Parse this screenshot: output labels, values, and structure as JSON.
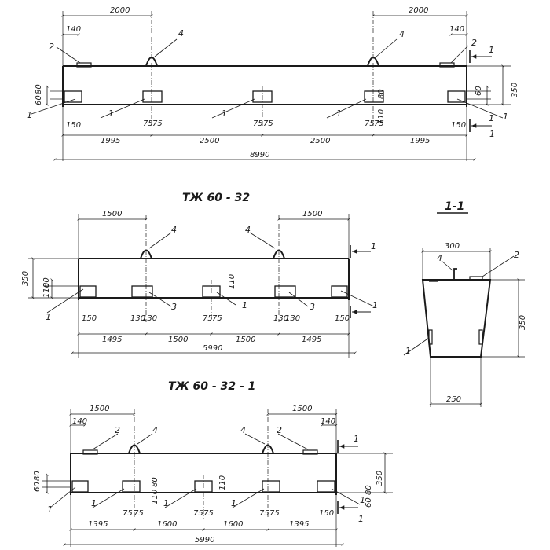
{
  "colors": {
    "ink": "#1a1a1a",
    "paper": "#ffffff"
  },
  "beam1": {
    "dims_top": [
      "2000",
      "2000",
      "140",
      "140"
    ],
    "dims_side": [
      "60",
      "80",
      "350",
      "110",
      "80",
      "60"
    ],
    "dims_bottom_small": [
      "150",
      "75",
      "75",
      "75",
      "75",
      "75",
      "75",
      "150"
    ],
    "dims_bottom": [
      "1995",
      "2500",
      "2500",
      "1995"
    ],
    "total": "8990",
    "callouts": [
      "2",
      "4",
      "4",
      "2",
      "1",
      "1",
      "1",
      "1",
      "1",
      "1",
      "1",
      "1"
    ]
  },
  "beam2": {
    "title": "ТЖ 60 - 32",
    "dims_top": [
      "1500",
      "1500"
    ],
    "dims_side": [
      "350",
      "110",
      "80",
      "110"
    ],
    "dims_bottom_small": [
      "150",
      "130",
      "130",
      "75",
      "75",
      "130",
      "130",
      "150"
    ],
    "dims_bottom": [
      "1495",
      "1500",
      "1500",
      "1495"
    ],
    "total": "5990",
    "callouts": [
      "4",
      "4",
      "1",
      "1",
      "3",
      "1",
      "3",
      "1"
    ]
  },
  "section": {
    "title": "1-1",
    "dims": [
      "300",
      "350",
      "250"
    ],
    "callouts": [
      "4",
      "2",
      "1"
    ]
  },
  "beam3": {
    "title": "ТЖ 60 - 32 - 1",
    "dims_top": [
      "1500",
      "1500",
      "140",
      "140"
    ],
    "dims_side": [
      "60",
      "80",
      "350",
      "80",
      "110",
      "110",
      "60",
      "80"
    ],
    "dims_bottom_small": [
      "75",
      "75",
      "75",
      "75",
      "75",
      "75",
      "150"
    ],
    "dims_bottom": [
      "1395",
      "1600",
      "1600",
      "1395"
    ],
    "total": "5990",
    "callouts": [
      "2",
      "4",
      "4",
      "2",
      "1",
      "1",
      "1",
      "1",
      "1",
      "1",
      "1"
    ]
  }
}
